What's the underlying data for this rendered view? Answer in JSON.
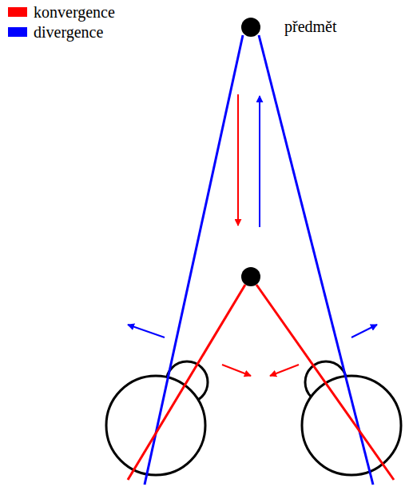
{
  "diagram": {
    "labels": [
      "předmět"
    ],
    "legend": [
      {
        "text": "konvergence",
        "color": "#ff0000"
      },
      {
        "text": "divergence",
        "color": "#0000ff"
      }
    ]
  }
}
